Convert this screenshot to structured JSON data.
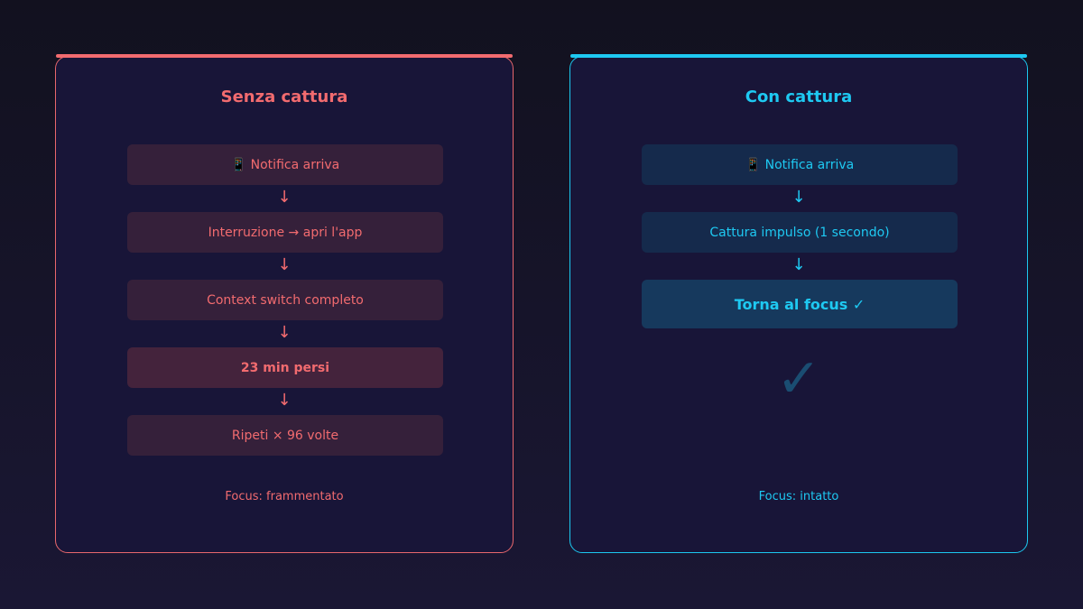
{
  "left_panel": {
    "title": "Senza cattura",
    "steps": [
      "📱 Notifica arriva",
      "Interruzione → apri l'app",
      "Context switch completo",
      "23 min persi",
      "Ripeti × 96 volte"
    ],
    "arrow": "↓",
    "footer": "Focus: frammentato",
    "accent_color": "#f26b6f"
  },
  "right_panel": {
    "title": "Con cattura",
    "steps": [
      "📱 Notifica arriva",
      "Cattura impulso (1 secondo)",
      "Torna al focus ✓"
    ],
    "arrow": "↓",
    "big_check": "✓",
    "footer": "Focus: intatto",
    "accent_color": "#1ec9f2"
  }
}
